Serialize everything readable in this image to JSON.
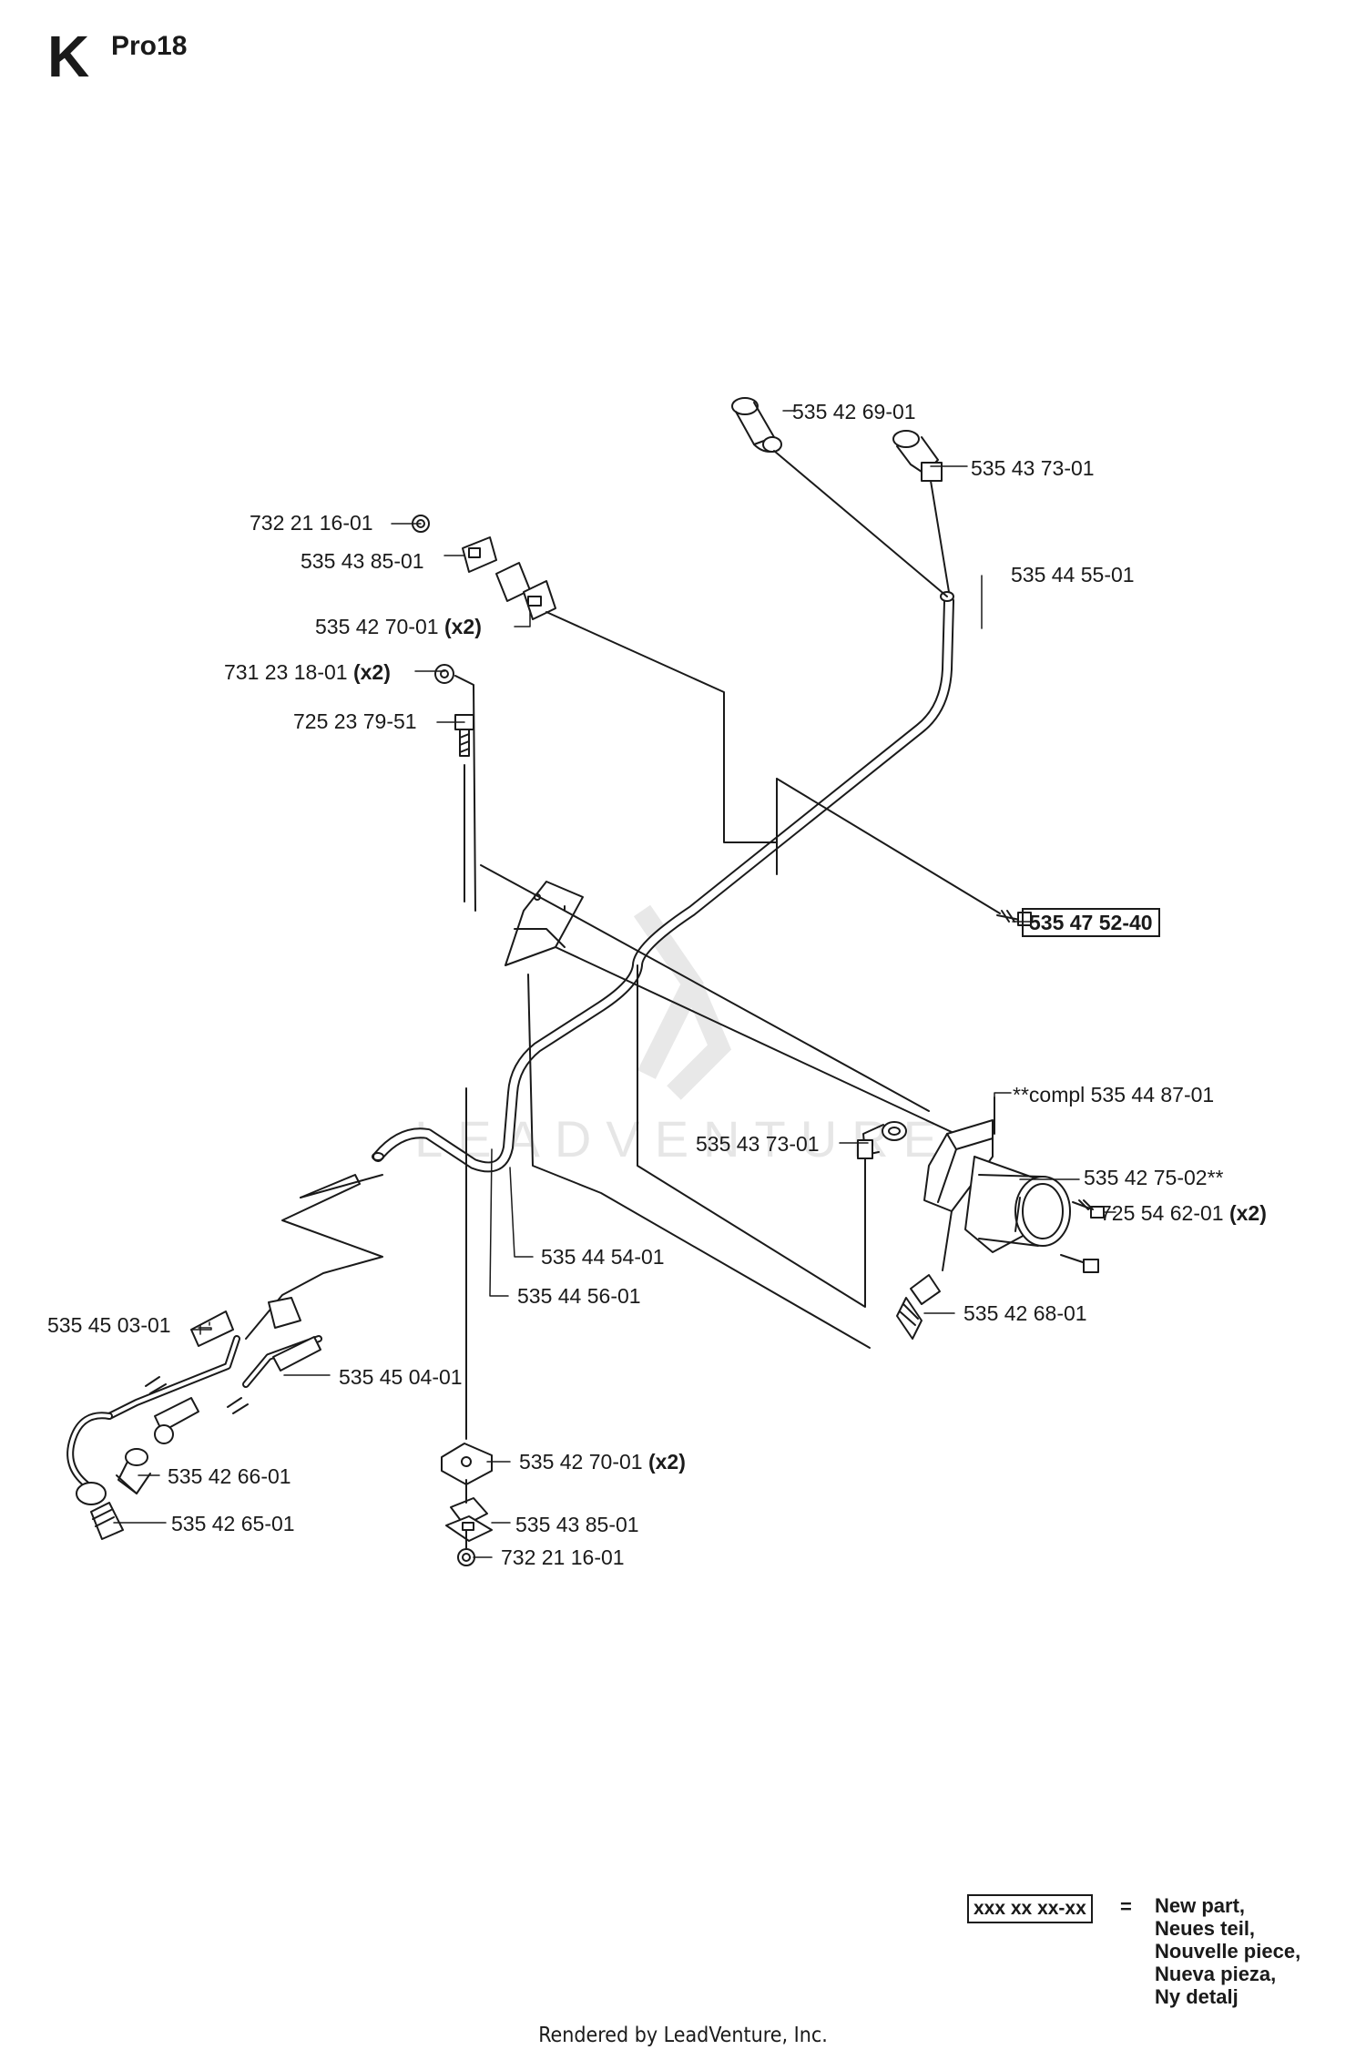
{
  "header": {
    "section": "K",
    "model": "Pro18"
  },
  "parts": [
    {
      "id": "p1",
      "number": "535 42 69-01",
      "qty": ""
    },
    {
      "id": "p2",
      "number": "535 43 73-01",
      "qty": ""
    },
    {
      "id": "p3",
      "number": "732 21 16-01",
      "qty": ""
    },
    {
      "id": "p4",
      "number": "535 43 85-01",
      "qty": ""
    },
    {
      "id": "p5",
      "number": "535 44 55-01",
      "qty": ""
    },
    {
      "id": "p6",
      "number": "535 42 70-01",
      "qty": "(x2)"
    },
    {
      "id": "p7",
      "number": "731 23 18-01",
      "qty": "(x2)"
    },
    {
      "id": "p8",
      "number": "725 23 79-51",
      "qty": ""
    },
    {
      "id": "p9",
      "number": "535 47 52-40",
      "qty": "",
      "new": true
    },
    {
      "id": "p10",
      "number": "**compl 535 44 87-01",
      "qty": ""
    },
    {
      "id": "p11",
      "number": "535 43 73-01",
      "qty": ""
    },
    {
      "id": "p12",
      "number": "535 42 75-02**",
      "qty": ""
    },
    {
      "id": "p13",
      "number": "725 54 62-01",
      "qty": "(x2)"
    },
    {
      "id": "p14",
      "number": "535 44 54-01",
      "qty": ""
    },
    {
      "id": "p15",
      "number": "535 44 56-01",
      "qty": ""
    },
    {
      "id": "p16",
      "number": "535 42 68-01",
      "qty": ""
    },
    {
      "id": "p17",
      "number": "535 45 03-01",
      "qty": ""
    },
    {
      "id": "p18",
      "number": "535 45 04-01",
      "qty": ""
    },
    {
      "id": "p19",
      "number": "535 42 70-01",
      "qty": "(x2)"
    },
    {
      "id": "p20",
      "number": "535 42 66-01",
      "qty": ""
    },
    {
      "id": "p21",
      "number": "535 43 85-01",
      "qty": ""
    },
    {
      "id": "p22",
      "number": "535 42 65-01",
      "qty": ""
    },
    {
      "id": "p23",
      "number": "732 21 16-01",
      "qty": ""
    }
  ],
  "legend": {
    "box": "xxx xx xx-xx",
    "equals": "=",
    "lines": [
      "New part,",
      "Neues teil,",
      "Nouvelle piece,",
      "Nueva pieza,",
      "Ny detalj"
    ]
  },
  "watermark": "LEADVENTURE",
  "footer": "Rendered by LeadVenture, Inc.",
  "colors": {
    "line": "#1a1a1a",
    "watermark": "#e6e6e6"
  }
}
